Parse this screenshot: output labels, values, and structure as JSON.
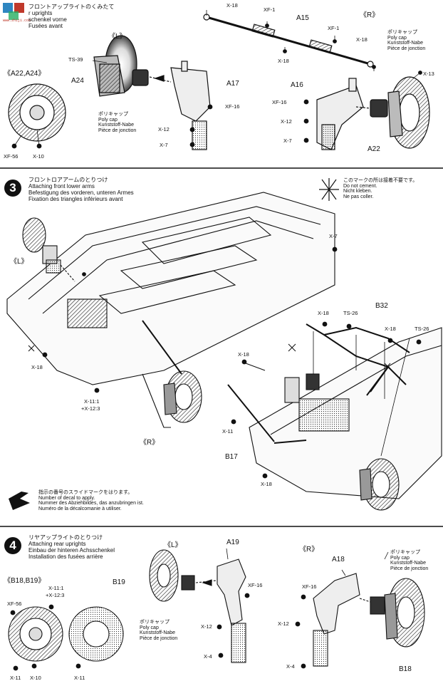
{
  "step2": {
    "title_lines": [
      "フロントアップライトのくみたて",
      "r uprights",
      "schenkel vorne",
      "Fusées avant"
    ],
    "labels": {
      "x18_top": "X-18",
      "xf1_a": "XF-1",
      "xf1_b": "XF-1",
      "a15": "A15",
      "x18_mid": "X-18",
      "x18_low": "X-18",
      "R": "《R》",
      "L": "《L》",
      "ts39": "TS-39",
      "a24": "A24",
      "a17": "A17",
      "xf16_l": "XF-16",
      "x12_l": "X-12",
      "x7_l": "X-7",
      "a22a24": "《A22,A24》",
      "xf56": "XF-56",
      "x10": "X-10",
      "a16": "A16",
      "xf16_r": "XF-16",
      "x12_r": "X-12",
      "x7_r": "X-7",
      "x13": "X-13",
      "a22": "A22"
    },
    "polycap_l": [
      "ポリキャップ",
      "Poly cap",
      "Kunststoff-Nabe",
      "Pièce de jonction"
    ],
    "polycap_r": [
      "ポリキャップ",
      "Poly cap",
      "Kunststoff-Nabe",
      "Pièce de jonction"
    ]
  },
  "step3": {
    "number": "3",
    "title_lines": [
      "フロントロアアームのとりつけ",
      "Attaching front lower arms",
      "Befestigung des vorderen, unteren Armes",
      "Fixation des triangles inférieurs avant"
    ],
    "no_cement": [
      "このマークの所は接着不要です。",
      "Do not cement.",
      "Nicht kleben.",
      "Ne pas coller."
    ],
    "labels": {
      "L": "《L》",
      "x7": "X-7",
      "b32": "B32",
      "x18_a": "X-18",
      "ts26_a": "TS-26",
      "x18_b": "X-18",
      "ts26_b": "TS-26",
      "x18_c": "X-18",
      "x18_left": "X-18",
      "x11_12": "X-11:1",
      "x11_12b": "+X-12:3",
      "R": "《R》",
      "x11": "X-11",
      "b17": "B17",
      "x18_bottom": "X-18"
    },
    "decal_note": [
      "指示の番号のスライドマークをはります。",
      "Number of decal to apply.",
      "Nummer des Abziehbildes, das anzubringen ist.",
      "Numéro de la décalcomanie à utiliser."
    ]
  },
  "step4": {
    "number": "4",
    "title_lines": [
      "リヤアップライトのとりつけ",
      "Attaching rear uprights",
      "Einbau der hinteren Achsschenkel",
      "Installation des fusées arrière"
    ],
    "labels": {
      "L": "《L》",
      "a19": "A19",
      "R": "《R》",
      "a18": "A18",
      "b18b19": "《B18,B19》",
      "x11_1": "X-11:1",
      "x12_3": "+X-12:3",
      "xf56": "XF-56",
      "b19": "B19",
      "xf16_l": "XF-16",
      "x12_l": "X-12",
      "x4_l": "X-4",
      "x11_a": "X-11",
      "x10": "X-10",
      "x11_b": "X-11",
      "xf16_r": "XF-16",
      "x12_r": "X-12",
      "x4_r": "X-4",
      "b18": "B18"
    },
    "polycap_l": [
      "ポリキャップ",
      "Poly cap",
      "Kunststoff-Nabe",
      "Pièce de jonction"
    ],
    "polycap_r": [
      "ポリキャップ",
      "Poly cap",
      "Kunststoff-Nabe",
      "Pièce de jonction"
    ]
  },
  "watermark": "www.zhiji.com"
}
